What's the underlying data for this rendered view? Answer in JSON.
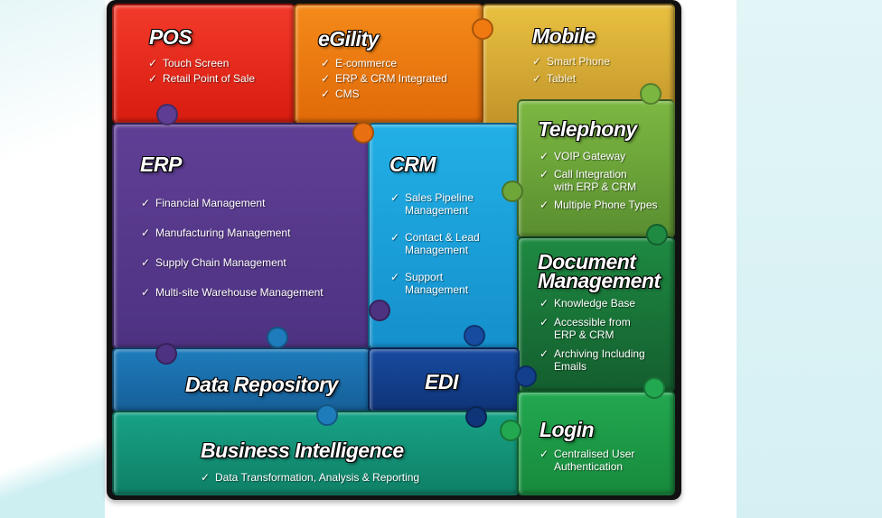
{
  "check_glyph": "✓",
  "pieces": {
    "pos": {
      "title": "POS",
      "items": [
        "Touch Screen",
        "Retail Point of Sale"
      ],
      "color": "#e8261c"
    },
    "egility": {
      "title": "eGility",
      "items": [
        "E-commerce",
        "ERP & CRM Integrated",
        "CMS"
      ],
      "color": "#f07a10"
    },
    "mobile": {
      "title": "Mobile",
      "items": [
        "Smart Phone",
        "Tablet"
      ],
      "color": "#d6a12c"
    },
    "telephony": {
      "title": "Telephony",
      "items": [
        "VOIP Gateway",
        "Call Integration\nwith ERP & CRM",
        "Multiple Phone Types"
      ],
      "color": "#6ea63a"
    },
    "erp": {
      "title": "ERP",
      "items": [
        "Financial Management",
        "Manufacturing Management",
        "Supply Chain Management",
        "Multi-site Warehouse Management"
      ],
      "color": "#5a3a8f"
    },
    "crm": {
      "title": "CRM",
      "items": [
        "Sales Pipeline\nManagement",
        "Contact & Lead\nManagement",
        "Support\nManagement"
      ],
      "color": "#1ba2dc"
    },
    "docmgmt": {
      "title": "Document\nManagement",
      "items": [
        "Knowledge Base",
        "Accessible from\nERP & CRM",
        "Archiving Including\nEmails"
      ],
      "color": "#1d7a3a"
    },
    "datarepo": {
      "title": "Data Repository",
      "color": "#1a6fad"
    },
    "edi": {
      "title": "EDI",
      "color": "#133f8d"
    },
    "bi": {
      "title": "Business Intelligence",
      "items": [
        "Data Transformation, Analysis & Reporting"
      ],
      "color": "#13957a"
    },
    "login": {
      "title": "Login",
      "items": [
        "Centralised User\nAuthentication"
      ],
      "color": "#1b9a45"
    }
  }
}
